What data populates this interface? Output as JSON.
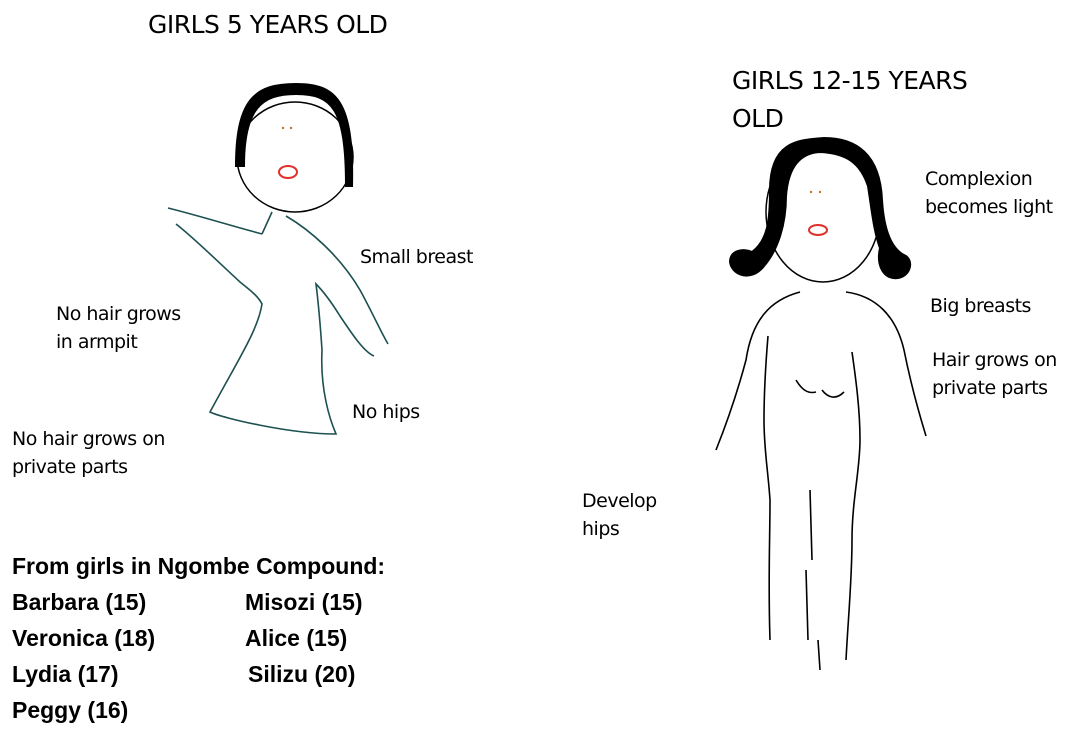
{
  "left_figure": {
    "title": "GIRLS 5 YEARS OLD",
    "labels": {
      "small_breast": "Small breast",
      "no_hair_armpit": "No hair grows\nin armpit",
      "no_hips": "No hips",
      "no_hair_private": "No hair grows on\nprivate parts"
    }
  },
  "right_figure": {
    "title": "GIRLS 12-15 YEARS\nOLD",
    "labels": {
      "complexion": "Complexion\nbecomes light",
      "big_breasts": "Big breasts",
      "hair_private": "Hair grows on\nprivate parts",
      "develop_hips": "Develop\nhips"
    }
  },
  "credits": {
    "heading": "From girls in Ngombe Compound:",
    "names": [
      "Barbara (15)",
      "Misozi (15)",
      "Veronica (18)",
      "Alice (15)",
      "Lydia (17)",
      "Silizu (20)",
      "Peggy (16)"
    ]
  },
  "colors": {
    "ink": "#000000",
    "body_outline_left": "#1d5050",
    "mouth": "#e0302a",
    "eyes": "#d07020"
  }
}
